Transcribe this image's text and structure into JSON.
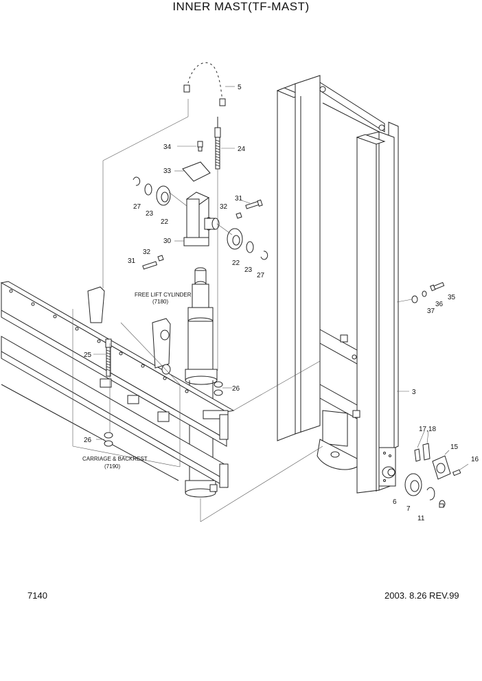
{
  "title": "INNER MAST(TF-MAST)",
  "page_code": "7140",
  "revision": "2003. 8.26 REV.99",
  "assembly_notes": {
    "free_lift_cylinder": "FREE LIFT CYLINDER",
    "free_lift_cylinder_ref": "(7180)",
    "carriage_backrest": "CARRIAGE & BACKREST",
    "carriage_backrest_ref": "(7190)"
  },
  "callouts": {
    "c5": "5",
    "c34": "34",
    "c24": "24",
    "c33": "33",
    "c27a": "27",
    "c23a": "23",
    "c22a": "22",
    "c31a": "31",
    "c32a": "32",
    "c30": "30",
    "c32b": "32",
    "c31b": "31",
    "c22b": "22",
    "c23b": "23",
    "c27b": "27",
    "c35": "35",
    "c36": "36",
    "c37": "37",
    "c25": "25",
    "c26a": "26",
    "c26b": "26",
    "c3": "3",
    "c1718": "17,18",
    "c15": "15",
    "c16": "16",
    "c6": "6",
    "c7": "7",
    "c11": "11"
  }
}
